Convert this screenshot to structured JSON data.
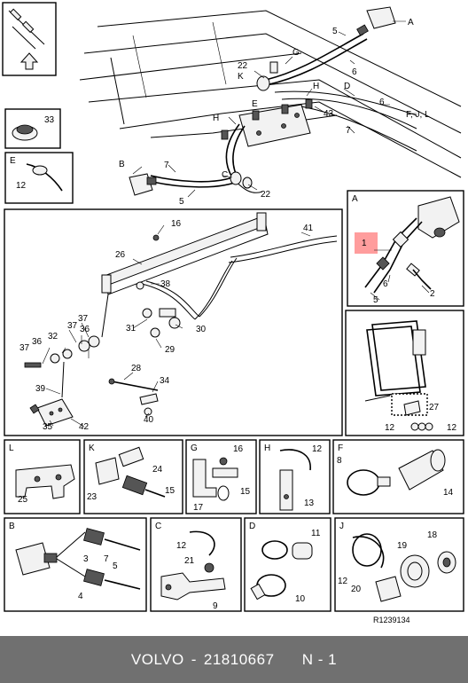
{
  "labels": {
    "main": [
      "A",
      "5",
      "6",
      "G",
      "22",
      "K",
      "H",
      "D",
      "6",
      "F, J, L",
      "E",
      "43",
      "H",
      "7",
      "B",
      "7",
      "C",
      "5",
      "22"
    ],
    "inset_33": "33",
    "inset_e": {
      "letter": "E",
      "num": "12"
    },
    "center": [
      "16",
      "41",
      "26",
      "38",
      "37",
      "36",
      "37",
      "32",
      "36",
      "37",
      "39",
      "31",
      "30",
      "29",
      "28",
      "34",
      "40",
      "35",
      "42"
    ],
    "panel_a": {
      "letter": "A",
      "nums": [
        "1",
        "6",
        "5",
        "2"
      ]
    },
    "panel_r": [
      "27",
      "12",
      "12"
    ],
    "panel_l": {
      "letter": "L",
      "num": "25"
    },
    "panel_k": {
      "letter": "K",
      "nums": [
        "24",
        "23",
        "15"
      ]
    },
    "panel_g": {
      "letter": "G",
      "nums": [
        "16",
        "15",
        "17"
      ]
    },
    "panel_h": {
      "letter": "H",
      "nums": [
        "12",
        "13"
      ]
    },
    "panel_f": {
      "letter": "F",
      "nums": [
        "8",
        "14"
      ]
    },
    "panel_b": {
      "letter": "B",
      "nums": [
        "3",
        "7",
        "5",
        "4"
      ]
    },
    "panel_c": {
      "letter": "C",
      "nums": [
        "12",
        "21",
        "9"
      ]
    },
    "panel_d": {
      "letter": "D",
      "nums": [
        "11",
        "10"
      ]
    },
    "panel_j": {
      "letter": "J",
      "nums": [
        "18",
        "19",
        "12",
        "20"
      ]
    },
    "ref_code": "R1239134"
  },
  "footer": {
    "brand": "VOLVO",
    "sep": "-",
    "part_number": "21810667",
    "qty": "N - 1"
  }
}
